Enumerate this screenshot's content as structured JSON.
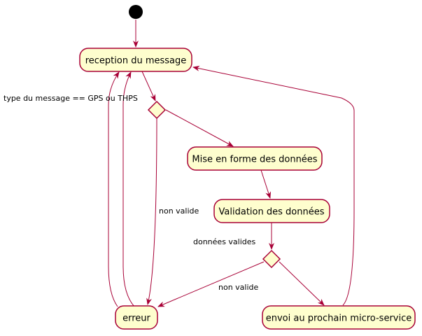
{
  "colors": {
    "node_fill": "#FEFECE",
    "node_stroke": "#A80036",
    "edge": "#A80036",
    "start": "#000000",
    "text": "#000000"
  },
  "nodes": {
    "reception": {
      "label": "reception du message"
    },
    "mise_en_forme": {
      "label": "Mise en forme des données"
    },
    "validation": {
      "label": "Validation des données"
    },
    "envoi": {
      "label": "envoi au prochain micro-service"
    },
    "erreur": {
      "label": "erreur"
    }
  },
  "decisions": {
    "type_check": {
      "label": "type du message == GPS ou THPS"
    },
    "data_check": {
      "label": "données valides"
    }
  },
  "edge_labels": {
    "type_non_valide": "non valide",
    "data_non_valide": "non valide"
  }
}
